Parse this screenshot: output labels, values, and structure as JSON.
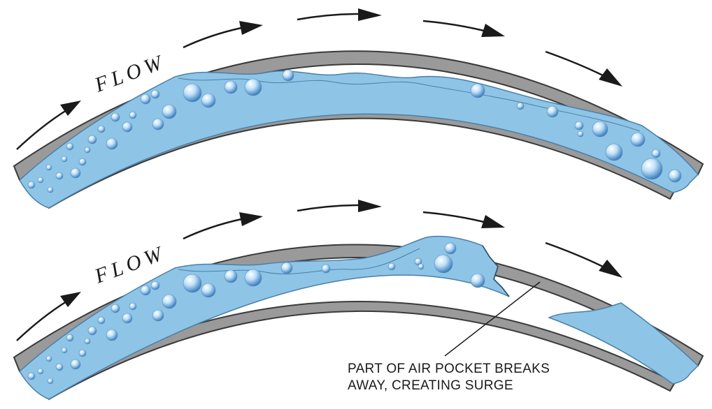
{
  "colors": {
    "pipe_wall": "#9a9a9a",
    "pipe_outline": "#3a3a3a",
    "water": "#8ec4e6",
    "water_edge": "#4a7fa8",
    "bubble_light": "#ffffff",
    "bubble_dark": "#3d7fc0",
    "arrow": "#1a1a1a",
    "background": "#ffffff"
  },
  "panels": [
    {
      "flow_label": "FLOW",
      "state": "air pocket along top of pipe"
    },
    {
      "flow_label": "FLOW",
      "state": "air pocket separating"
    }
  ],
  "callout": {
    "line1": "PART OF AIR POCKET BREAKS",
    "line2": "AWAY, CREATING SURGE"
  }
}
